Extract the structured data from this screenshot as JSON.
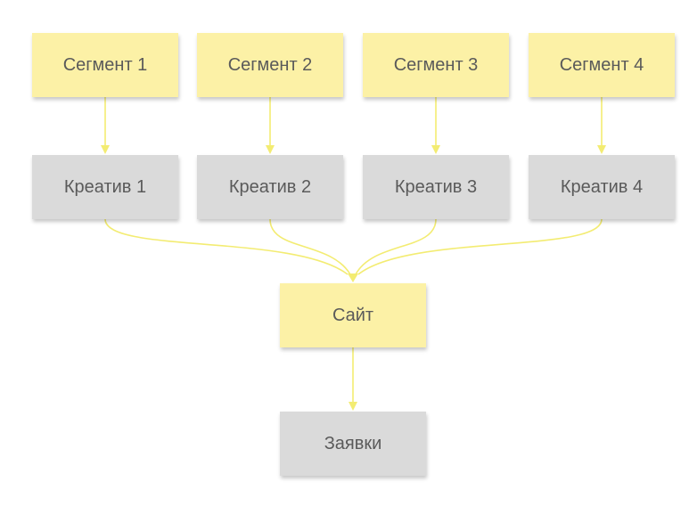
{
  "diagram": {
    "segments": [
      "Сегмент 1",
      "Сегмент 2",
      "Сегмент 3",
      "Сегмент 4"
    ],
    "creatives": [
      "Креатив 1",
      "Креатив 2",
      "Креатив 3",
      "Креатив 4"
    ],
    "site": "Сайт",
    "leads": "Заявки"
  },
  "colors": {
    "yellow_node": "#fcf1a6",
    "gray_node": "#dadada",
    "connector": "#f3ec72",
    "text": "#5a5a5a"
  }
}
